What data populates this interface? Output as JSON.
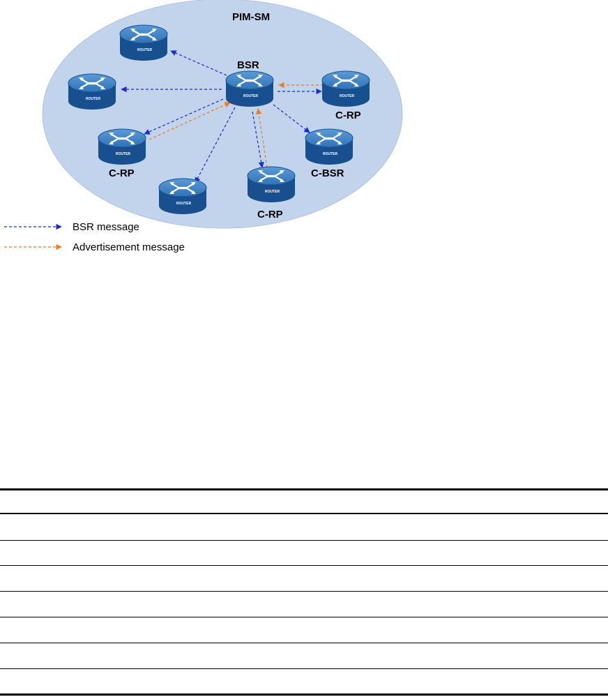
{
  "diagram": {
    "domain_label": "PIM-SM",
    "router_text": "ROUTER",
    "nodes": {
      "bsr": "BSR",
      "crp_right": "C-RP",
      "crp_left": "C-RP",
      "crp_bottom": "C-RP",
      "cbsr": "C-BSR"
    },
    "legend": {
      "bsr_message": "BSR message",
      "advertisement_message": "Advertisement message"
    },
    "colors": {
      "domain_fill": "#c2d3ec",
      "bsr_message": "#1a2bd9",
      "advertisement_message": "#f07a22",
      "router_body": "#1a5aa0",
      "router_top": "#3c83c8"
    }
  },
  "table": {
    "rows": 8
  }
}
